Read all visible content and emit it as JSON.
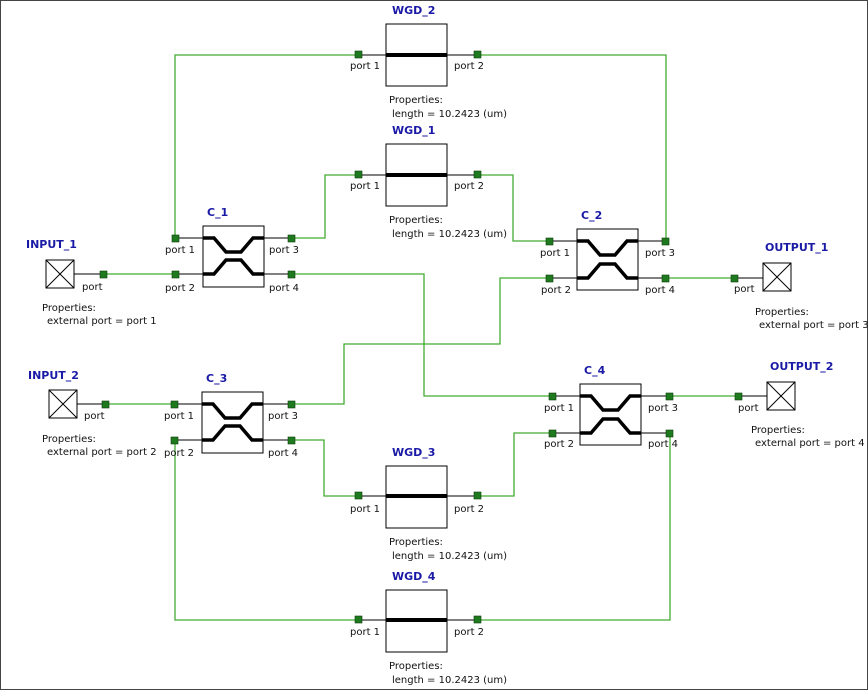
{
  "colors": {
    "wire": "#44aa33",
    "port": "#1f7a1f",
    "title": "#1a1aa6",
    "frame": "#000000"
  },
  "components": {
    "wgd2": {
      "title": "WGD_2",
      "port1": "port 1",
      "port2": "port 2",
      "props": "Properties:",
      "prop1": "length = 10.2423 (um)"
    },
    "wgd1": {
      "title": "WGD_1",
      "port1": "port 1",
      "port2": "port 2",
      "props": "Properties:",
      "prop1": "length = 10.2423 (um)"
    },
    "wgd3": {
      "title": "WGD_3",
      "port1": "port 1",
      "port2": "port 2",
      "props": "Properties:",
      "prop1": "length = 10.2423 (um)"
    },
    "wgd4": {
      "title": "WGD_4",
      "port1": "port 1",
      "port2": "port 2",
      "props": "Properties:",
      "prop1": "length = 10.2423 (um)"
    },
    "c1": {
      "title": "C_1",
      "port1": "port 1",
      "port2": "port 2",
      "port3": "port 3",
      "port4": "port 4"
    },
    "c2": {
      "title": "C_2",
      "port1": "port 1",
      "port2": "port 2",
      "port3": "port 3",
      "port4": "port 4"
    },
    "c3": {
      "title": "C_3",
      "port1": "port 1",
      "port2": "port 2",
      "port3": "port 3",
      "port4": "port 4"
    },
    "c4": {
      "title": "C_4",
      "port1": "port 1",
      "port2": "port 2",
      "port3": "port 3",
      "port4": "port 4"
    },
    "input1": {
      "title": "INPUT_1",
      "port": "port",
      "props": "Properties:",
      "prop1": "external port = port 1"
    },
    "input2": {
      "title": "INPUT_2",
      "port": "port",
      "props": "Properties:",
      "prop1": "external port = port 2"
    },
    "output1": {
      "title": "OUTPUT_1",
      "port": "port",
      "props": "Properties:",
      "prop1": "external port = port 3"
    },
    "output2": {
      "title": "OUTPUT_2",
      "port": "port",
      "props": "Properties:",
      "prop1": "external port = port 4"
    }
  }
}
